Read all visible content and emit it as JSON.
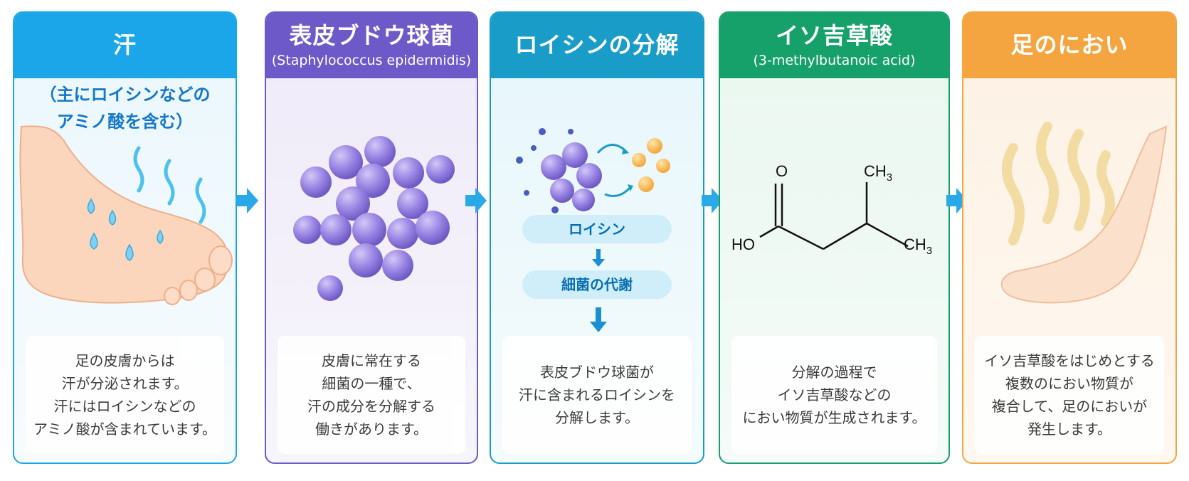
{
  "colors": {
    "sweat": "#1aa6e8",
    "bacteria": "#6d5ac8",
    "breakdown": "#1a9cc9",
    "acid": "#16a06a",
    "odor": "#f5a540",
    "arrow": "#29a9e8"
  },
  "panels": [
    {
      "title": "汗",
      "subtitle_lines": [
        "（主にロイシンなどの",
        "アミノ酸を含む）"
      ],
      "desc_lines": [
        "足の皮膚からは",
        "汗が分泌されます。",
        "汗にはロイシンなどの",
        "アミノ酸が含まれています。"
      ]
    },
    {
      "title": "表皮ブドウ球菌",
      "subtitle": "(Staphylococcus epidermidis)",
      "desc_lines": [
        "皮膚に常在する",
        "細菌の一種で、",
        "汗の成分を分解する",
        "働きがあります。"
      ]
    },
    {
      "title": "ロイシンの分解",
      "steps": [
        "ロイシン",
        "細菌の代謝"
      ],
      "desc_lines": [
        "表皮ブドウ球菌が",
        "汗に含まれるロイシンを",
        "分解します。"
      ]
    },
    {
      "title": "イソ吉草酸",
      "subtitle": "(3-methylbutanoic acid)",
      "molecule": {
        "o": "O",
        "ho": "HO",
        "ch3_top": "CH",
        "ch3_bottom": "CH",
        "sub3": "3"
      },
      "desc_lines": [
        "分解の過程で",
        "イソ吉草酸などの",
        "におい物質が生成されます。"
      ]
    },
    {
      "title": "足のにおい",
      "desc_lines": [
        "イソ吉草酸をはじめとする",
        "複数のにおい物質が",
        "複合して、足のにおいが",
        "発生します。"
      ]
    }
  ]
}
